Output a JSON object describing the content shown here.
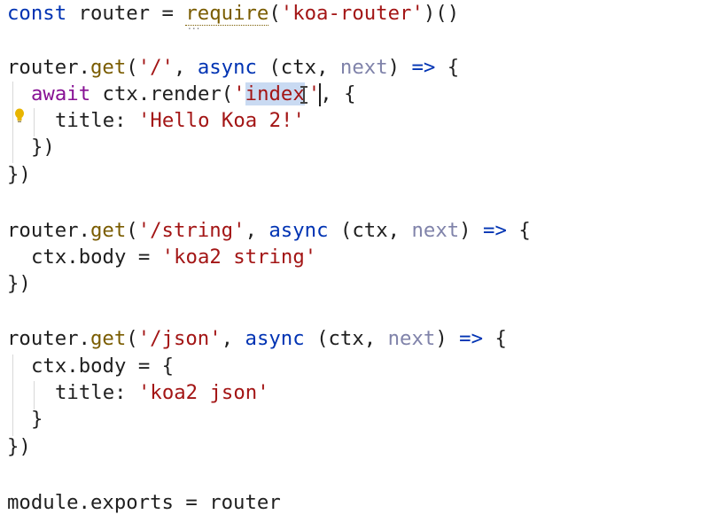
{
  "editor": {
    "colors": {
      "keyword": "#0033b3",
      "await_keyword": "#871094",
      "function": "#7a5c00",
      "string": "#a31515",
      "parameter": "#8083aa",
      "selection": "#c9daf2"
    },
    "icons": {
      "intention_bulb": "lightbulb-icon",
      "ellipsis": "more-ellipsis"
    },
    "ellipsis_text": "...",
    "lines": {
      "l1": {
        "const": "const",
        "router": " router = ",
        "require": "require",
        "open": "(",
        "str": "'koa-router'",
        "close": ")()"
      },
      "l3": {
        "router": "router.",
        "get": "get",
        "open": "(",
        "str": "'/'",
        "comma": ", ",
        "async": "async",
        "paren_open": " (ctx, ",
        "next": "next",
        "paren_close": ") ",
        "arrow": "=>",
        "brace": " {"
      },
      "l4": {
        "await": "await",
        "ctx": " ctx.render(",
        "quote": "'",
        "selected": "index",
        "quote2": "'",
        "rest": ", {"
      },
      "l5": {
        "key": "title: ",
        "str": "'Hello Koa 2!'"
      },
      "l6": {
        "text": "})"
      },
      "l7": {
        "text": "})"
      },
      "l9": {
        "router": "router.",
        "get": "get",
        "open": "(",
        "str": "'/string'",
        "comma": ", ",
        "async": "async",
        "paren_open": " (ctx, ",
        "next": "next",
        "paren_close": ") ",
        "arrow": "=>",
        "brace": " {"
      },
      "l10": {
        "body": "ctx.body = ",
        "str": "'koa2 string'"
      },
      "l11": {
        "text": "})"
      },
      "l13": {
        "router": "router.",
        "get": "get",
        "open": "(",
        "str": "'/json'",
        "comma": ", ",
        "async": "async",
        "paren_open": " (ctx, ",
        "next": "next",
        "paren_close": ") ",
        "arrow": "=>",
        "brace": " {"
      },
      "l14": {
        "text": "ctx.body = {"
      },
      "l15": {
        "key": "title: ",
        "str": "'koa2 json'"
      },
      "l16": {
        "text": "}"
      },
      "l17": {
        "text": "})"
      },
      "l19": {
        "text": "module.exports = router"
      }
    }
  }
}
